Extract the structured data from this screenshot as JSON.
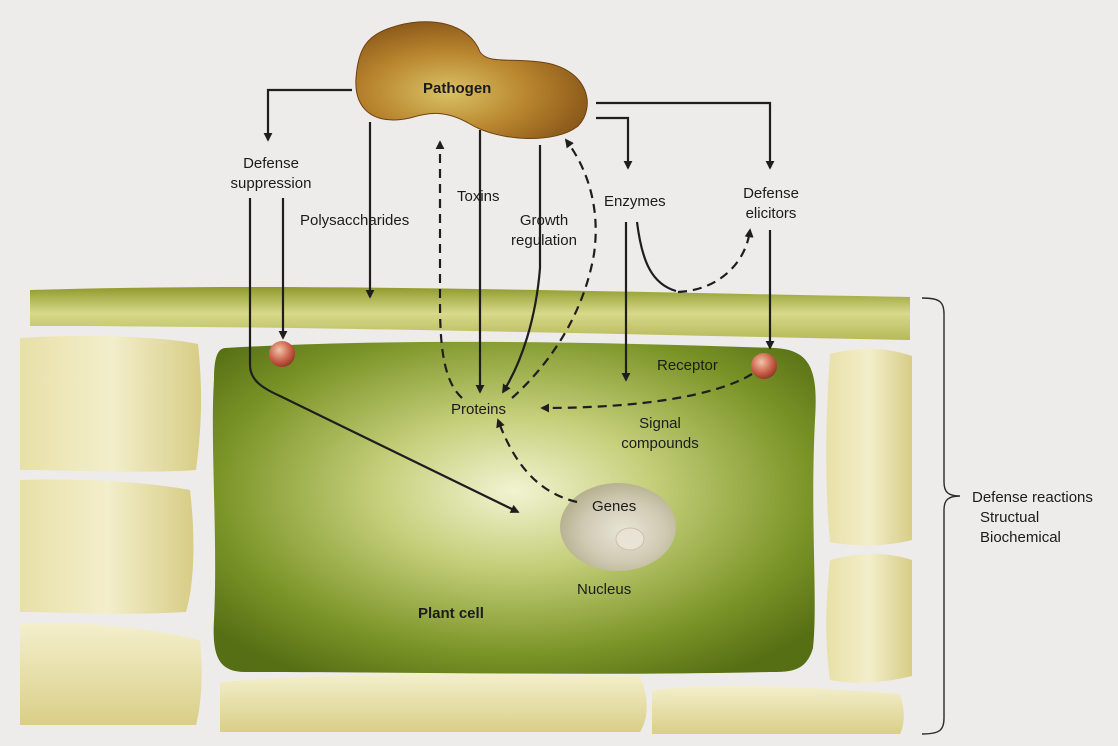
{
  "labels": {
    "pathogen": "Pathogen",
    "defense_suppression": [
      "Defense",
      "suppression"
    ],
    "polysaccharides": "Polysaccharides",
    "toxins": "Toxins",
    "growth_regulation": [
      "Growth",
      "regulation"
    ],
    "enzymes": "Enzymes",
    "defense_elicitors": [
      "Defense",
      "elicitors"
    ],
    "receptor": "Receptor",
    "proteins": "Proteins",
    "signal_compounds": [
      "Signal",
      "compounds"
    ],
    "genes": "Genes",
    "nucleus": "Nucleus",
    "plant_cell": "Plant cell",
    "defense_reactions": [
      "Defense reactions",
      "Structual",
      "Biochemical"
    ]
  },
  "colors": {
    "background": "#eeeceb",
    "cell_wall": "#c6c76a",
    "cell_dark": "#5d7a18",
    "cell_light": "#e6eab8",
    "neighbor_cells": "#e0d8a0",
    "pathogen": "#b07a2a",
    "receptor": "#c9604a",
    "arrows": "#1e1e1e"
  }
}
